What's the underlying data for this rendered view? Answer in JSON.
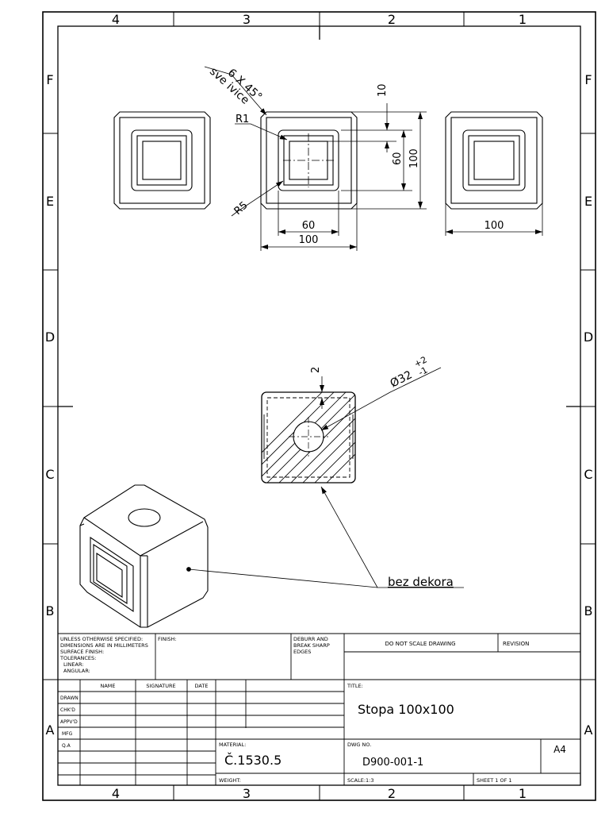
{
  "frame": {
    "col_labels": [
      "4",
      "3",
      "2",
      "1"
    ],
    "row_labels": [
      "F",
      "E",
      "D",
      "C",
      "B",
      "A"
    ]
  },
  "annotations": {
    "chamfer_top": "6 X 45°",
    "chamfer_bottom": "sve ivice",
    "r1": "R1",
    "r5": "R5",
    "dim_10": "10",
    "dim_60_v": "60",
    "dim_100_v": "100",
    "dim_60_h": "60",
    "dim_100_h": "100",
    "dim_100_right": "100",
    "dim_2": "2",
    "diameter": "Ø32",
    "tol_plus": "+2",
    "tol_minus": "-1",
    "note": "bez dekora"
  },
  "title_block": {
    "general_notes": [
      "UNLESS OTHERWISE SPECIFIED:",
      "DIMENSIONS ARE IN MILLIMETERS",
      "SURFACE FINISH:",
      "TOLERANCES:",
      "  LINEAR:",
      "  ANGULAR:"
    ],
    "finish_label": "FINISH:",
    "deburr": [
      "DEBURR AND",
      "BREAK SHARP",
      "EDGES"
    ],
    "do_not_scale": "DO NOT SCALE DRAWING",
    "revision_label": "REVISION",
    "name_header": "NAME",
    "signature_header": "SIGNATURE",
    "date_header": "DATE",
    "roles": [
      "DRAWN",
      "CHK'D",
      "APPV'D",
      "MFG",
      "Q.A"
    ],
    "title_label": "TITLE:",
    "title": "Stopa 100x100",
    "material_label": "MATERIAL:",
    "material": "Č.1530.5",
    "dwg_no_label": "DWG NO.",
    "dwg_no": "D900-001-1",
    "sheet_size": "A4",
    "weight_label": "WEIGHT:",
    "scale_label": "SCALE:1:3",
    "sheet_label": "SHEET 1 OF 1"
  }
}
